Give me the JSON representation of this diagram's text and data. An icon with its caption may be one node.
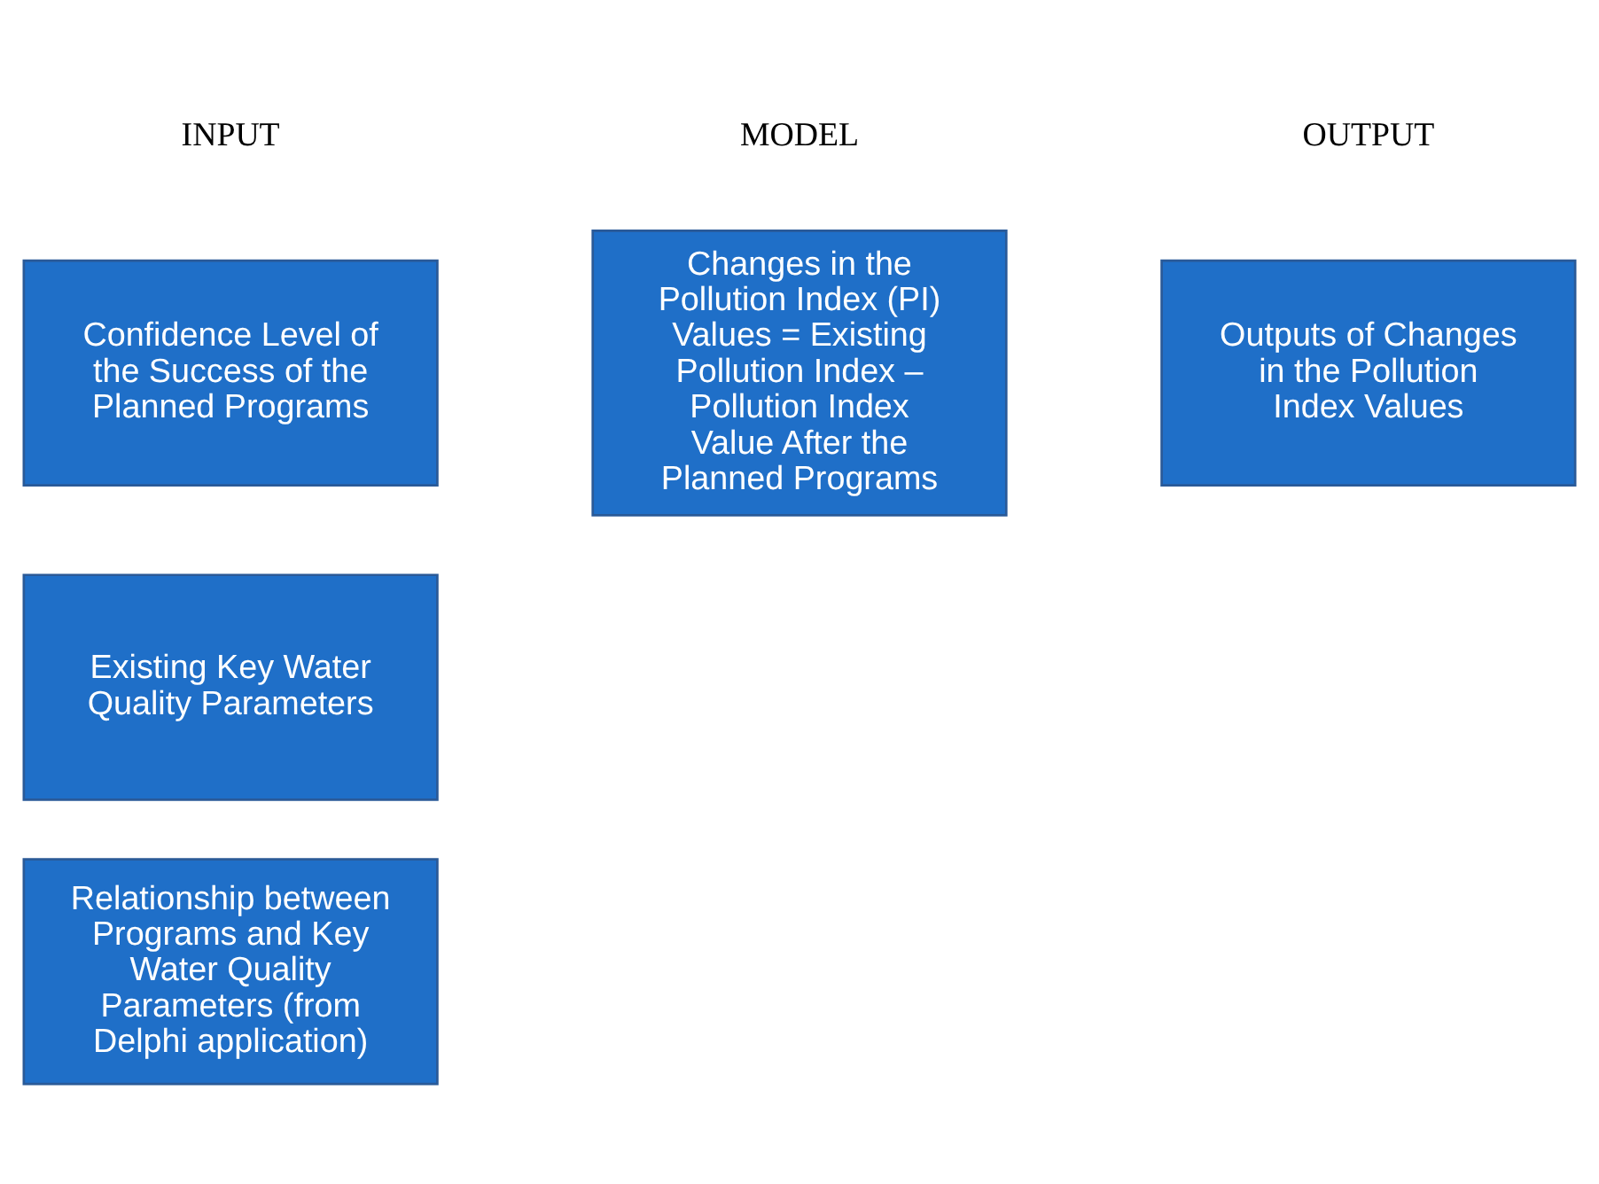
{
  "diagram": {
    "nodes": [
      {
        "text": [
          "Confidence Level of the Success of the Planned Programs"
        ]
      },
      {
        "text": [
          "Existing Key Water Quality Parameters"
        ]
      },
      {
        "text": [
          "Relationship between Programs and Key Water Quality Parameters (from Delphi application)"
        ]
      },
      {
        "text": [
          "Changes in the Pollution Index (PI) Values = Existing Pollution Index – Pollution Index Value After the Planned Programs"
        ]
      },
      {
        "text": [
          "Outputs of Changes in the Pollution Index Values"
        ]
      }
    ],
    "labels": [
      "INPUT",
      "MODEL",
      "OUTPUT"
    ]
  }
}
